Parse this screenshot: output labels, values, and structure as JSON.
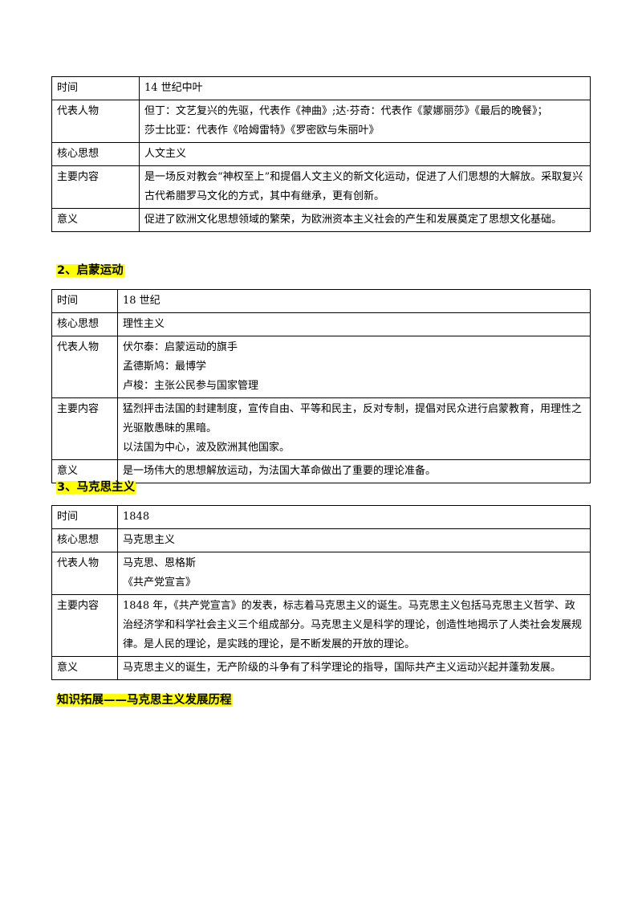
{
  "table1": {
    "rows": [
      {
        "label": "时间",
        "lines": [
          "14 世纪中叶"
        ]
      },
      {
        "label": "代表人物",
        "lines": [
          "但丁：文艺复兴的先驱，代表作《神曲》;达·芬奇：代表作《蒙娜丽莎》《最后的晚餐》；",
          "莎士比亚：代表作《哈姆雷特》《罗密欧与朱丽叶》"
        ]
      },
      {
        "label": "核心思想",
        "lines": [
          "人文主义"
        ]
      },
      {
        "label": "主要内容",
        "lines": [
          "是一场反对教会“神权至上”和提倡人文主义的新文化运动，促进了人们思想的大解放。采取复兴古代希腊罗马文化的方式，其中有继承，更有创新。"
        ]
      },
      {
        "label": "意义",
        "lines": [
          "促进了欧洲文化思想领域的繁荣，为欧洲资本主义社会的产生和发展奠定了思想文化基础。"
        ]
      }
    ]
  },
  "heading2": "2、启蒙运动",
  "table2": {
    "rows": [
      {
        "label": "时间",
        "lines": [
          "18 世纪"
        ]
      },
      {
        "label": "核心思想",
        "lines": [
          "理性主义"
        ]
      },
      {
        "label": "代表人物",
        "lines": [
          "伏尔泰：启蒙运动的旗手",
          "孟德斯鸠：最博学",
          "卢梭：主张公民参与国家管理"
        ]
      },
      {
        "label": "主要内容",
        "lines": [
          "猛烈抨击法国的封建制度，宣传自由、平等和民主，反对专制，提倡对民众进行启蒙教育，用理性之光驱散愚昧的黑暗。",
          "以法国为中心，波及欧洲其他国家。"
        ]
      },
      {
        "label": "意义",
        "lines": [
          "是一场伟大的思想解放运动，为法国大革命做出了重要的理论准备。"
        ]
      }
    ]
  },
  "heading3": "3、马克思主义",
  "table3": {
    "rows": [
      {
        "label": "时间",
        "lines": [
          "1848"
        ]
      },
      {
        "label": "核心思想",
        "lines": [
          "马克思主义"
        ]
      },
      {
        "label": "代表人物",
        "lines": [
          "马克思、恩格斯",
          "《共产党宣言》"
        ]
      },
      {
        "label": "主要内容",
        "lines": [
          "1848 年，《共产党宣言》的发表，标志着马克思主义的诞生。马克思主义包括马克思主义哲学、政治经济学和科学社会主义三个组成部分。马克思主义是科学的理论，创造性地揭示了人类社会发展规律。是人民的理论，是实践的理论，是不断发展的开放的理论。"
        ]
      },
      {
        "label": "意义",
        "lines": [
          "马克思主义的诞生，无产阶级的斗争有了科学理论的指导，国际共产主义运动兴起并蓬勃发展。"
        ]
      }
    ]
  },
  "heading4": "知识拓展——马克思主义发展历程"
}
